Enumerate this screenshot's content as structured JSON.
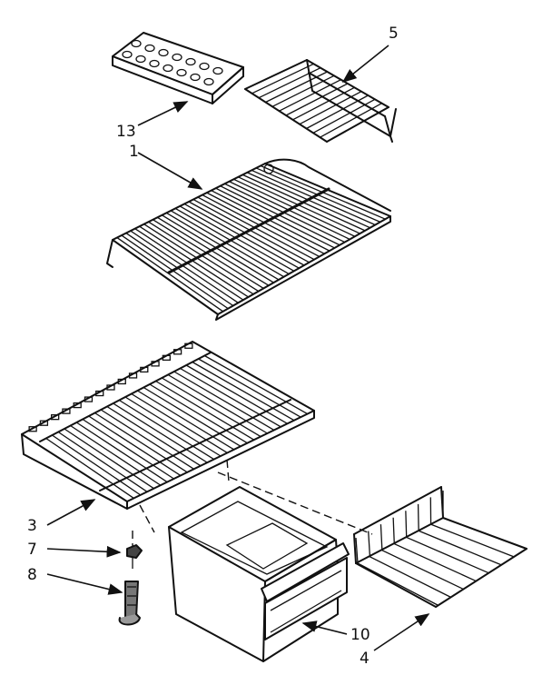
{
  "callouts": {
    "ice_tray": "13",
    "freezer_shelf": "1",
    "rack": "5",
    "shelf_cover": "3",
    "clip": "7",
    "glide": "8",
    "crisper_pan": "10",
    "pan_support": "4"
  }
}
